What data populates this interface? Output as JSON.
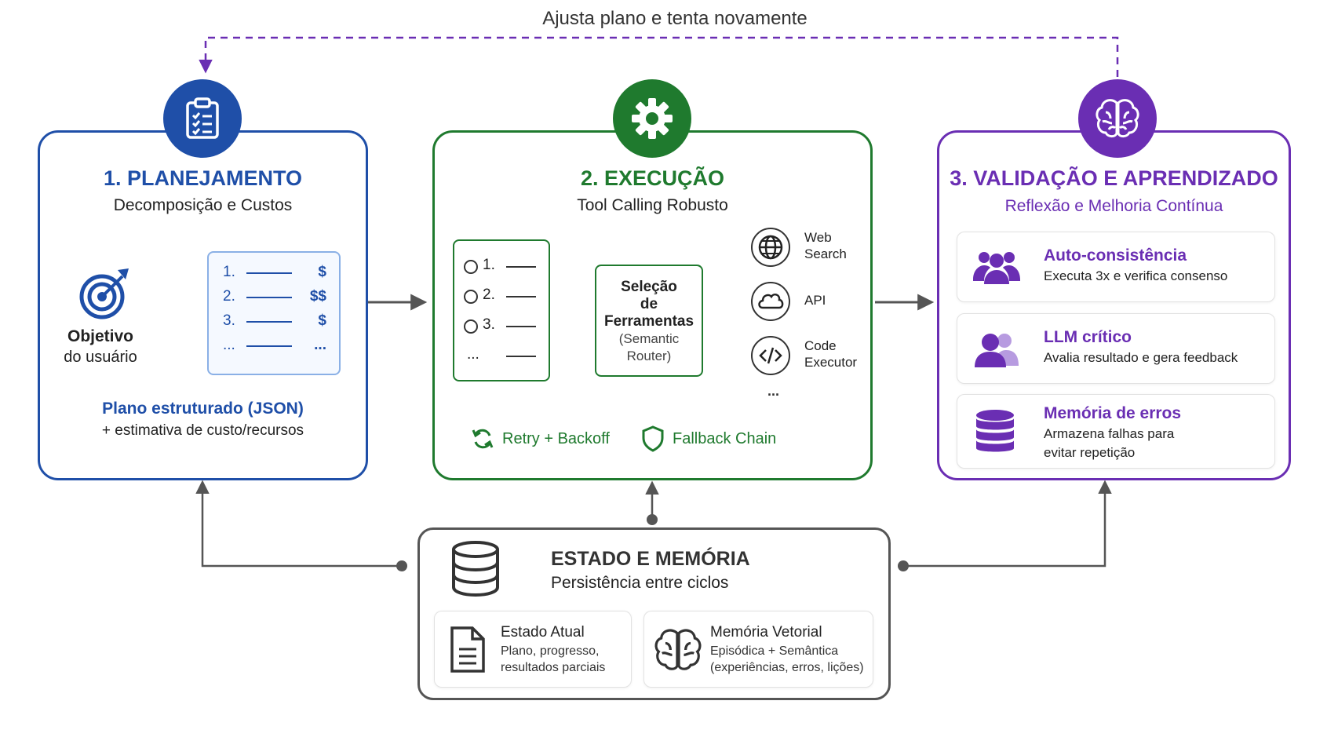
{
  "loop_label": "Ajusta plano e tenta novamente",
  "colors": {
    "blue": "#1f4fa8",
    "green": "#1f7a2e",
    "purple": "#6a2eb3",
    "gray": "#555555"
  },
  "planning": {
    "title": "1. PLANEJAMENTO",
    "subtitle": "Decomposição e Custos",
    "icon": "clipboard-checklist-icon",
    "goal_icon": "target-icon",
    "goal_line1": "Objetivo",
    "goal_line2": "do usuário",
    "plan_rows": [
      {
        "num": "1.",
        "cost": "$"
      },
      {
        "num": "2.",
        "cost": "$$"
      },
      {
        "num": "3.",
        "cost": "$"
      },
      {
        "num": "...",
        "cost": "..."
      }
    ],
    "output_title": "Plano estruturado (JSON)",
    "output_sub": "+ estimativa de custo/recursos"
  },
  "execution": {
    "title": "2. EXECUÇÃO",
    "subtitle": "Tool Calling Robusto",
    "icon": "gear-icon",
    "steps": [
      "1.",
      "2.",
      "3.",
      "..."
    ],
    "selector_line1": "Seleção",
    "selector_line2": "de",
    "selector_line3": "Ferramentas",
    "selector_line4": "(Semantic",
    "selector_line5": "Router)",
    "tools": [
      {
        "line1": "Web",
        "line2": "Search",
        "icon": "globe-icon"
      },
      {
        "line1": "API",
        "line2": "",
        "icon": "cloud-icon"
      },
      {
        "line1": "Code",
        "line2": "Executor",
        "icon": "code-icon"
      }
    ],
    "tools_more": "...",
    "retry_label": "Retry + Backoff",
    "fallback_label": "Fallback Chain"
  },
  "validation": {
    "title": "3. VALIDAÇÃO E APRENDIZADO",
    "subtitle": "Reflexão e Melhoria Contínua",
    "icon": "brain-icon",
    "cards": [
      {
        "title": "Auto-consistência",
        "desc1": "Executa 3x e verifica consenso",
        "desc2": "",
        "icon": "group-icon"
      },
      {
        "title": "LLM crítico",
        "desc1": "Avalia resultado e gera feedback",
        "desc2": "",
        "icon": "users-icon"
      },
      {
        "title": "Memória de erros",
        "desc1": "Armazena falhas para",
        "desc2": "evitar repetição",
        "icon": "database-icon"
      }
    ]
  },
  "state": {
    "title": "ESTADO E MEMÓRIA",
    "subtitle": "Persistência entre ciclos",
    "icon": "database-icon",
    "current": {
      "title": "Estado Atual",
      "line1": "Plano, progresso,",
      "line2": "resultados parciais",
      "icon": "document-icon"
    },
    "vector": {
      "title": "Memória Vetorial",
      "line1": "Episódica + Semântica",
      "line2": "(experiências, erros, lições)",
      "icon": "brain-icon"
    }
  }
}
